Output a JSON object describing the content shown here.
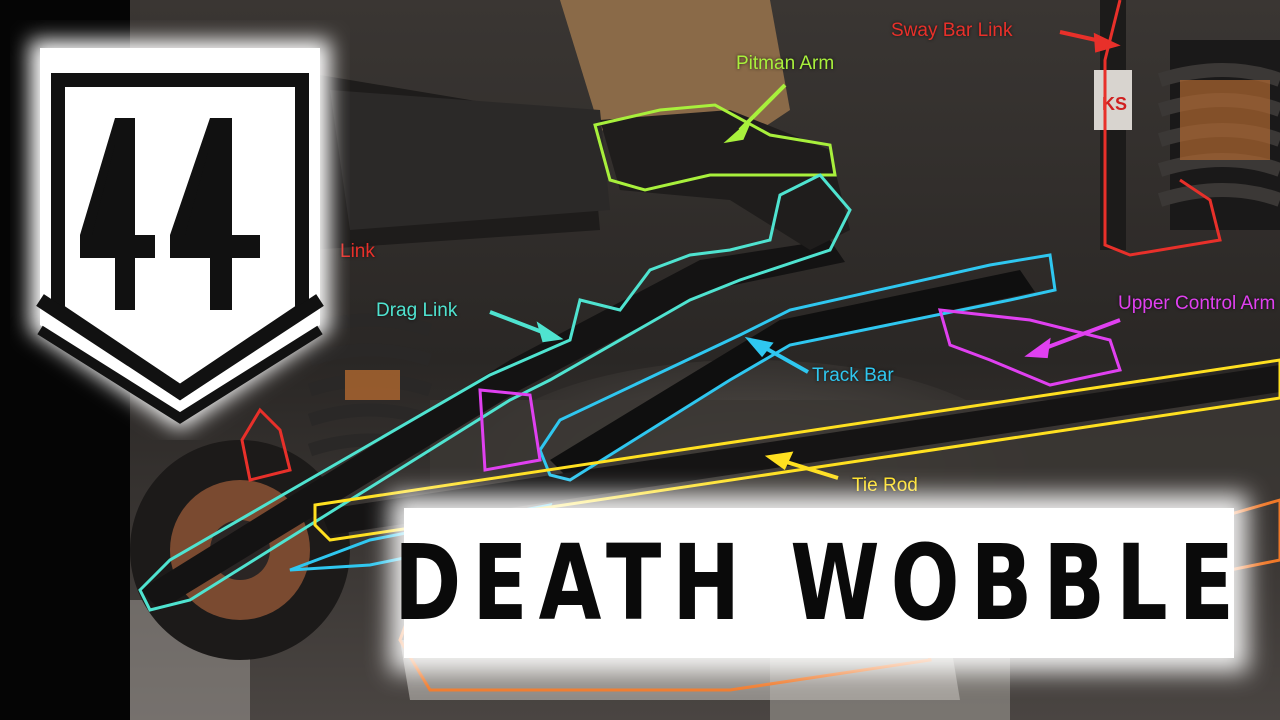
{
  "logo": {
    "text": "44",
    "shield_color": "#111111",
    "background_color": "#ffffff"
  },
  "headline": {
    "text": "DEATH WOBBLE",
    "text_color": "#0a0a0a",
    "background_color": "#ffffff"
  },
  "callouts": {
    "sway_bar_link": {
      "label": "Sway Bar Link",
      "color": "#e8302a"
    },
    "pitman_arm": {
      "label": "Pitman Arm",
      "color": "#a8f03c"
    },
    "link_partial": {
      "label": "Link",
      "color": "#e8302a"
    },
    "drag_link": {
      "label": "Drag Link",
      "color": "#4fe3d0"
    },
    "track_bar": {
      "label": "Track Bar",
      "color": "#2fc7f0"
    },
    "upper_control_arm": {
      "label": "Upper Control Arm",
      "color": "#e040f0"
    },
    "tie_rod": {
      "label": "Tie Rod",
      "color": "#ffe020"
    }
  },
  "scene_icons": [
    "suspension-photo",
    "coil-spring-icon",
    "shock-absorber-icon",
    "wheel-hub-icon"
  ]
}
